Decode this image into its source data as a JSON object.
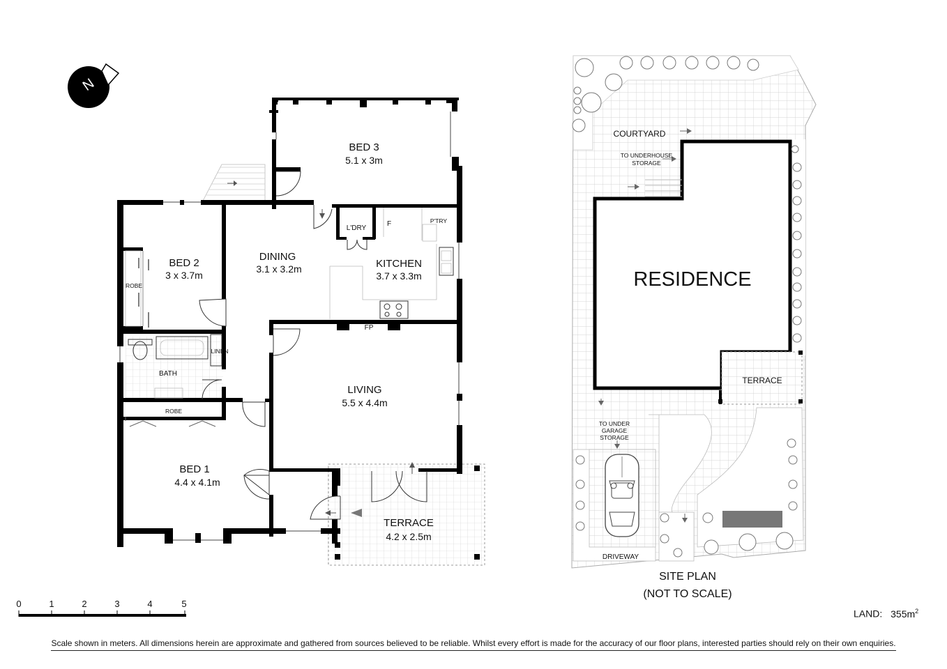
{
  "compass": {
    "letter": "N"
  },
  "floor_plan": {
    "rooms": [
      {
        "id": "bed3",
        "name": "BED 3",
        "dims": "5.1 x 3m"
      },
      {
        "id": "bed2",
        "name": "BED 2",
        "dims": "3 x 3.7m"
      },
      {
        "id": "dining",
        "name": "DINING",
        "dims": "3.1 x 3.2m"
      },
      {
        "id": "kitchen",
        "name": "KITCHEN",
        "dims": "3.7 x 3.3m"
      },
      {
        "id": "living",
        "name": "LIVING",
        "dims": "5.5 x 4.4m"
      },
      {
        "id": "bed1",
        "name": "BED 1",
        "dims": "4.4 x 4.1m"
      },
      {
        "id": "terrace",
        "name": "TERRACE",
        "dims": "4.2 x 2.5m"
      }
    ],
    "minor_labels": {
      "laundry": "L'DRY",
      "fridge": "F",
      "pantry": "P'TRY",
      "robe_bed2": "ROBE",
      "linen": "LINEN",
      "bath": "BATH",
      "robe_bed1": "ROBE",
      "fireplace": "FP"
    }
  },
  "site_plan": {
    "title_line1": "SITE PLAN",
    "title_line2": "(NOT TO SCALE)",
    "residence": "RESIDENCE",
    "courtyard": "COURTYARD",
    "underhouse_1": "TO UNDERHOUSE",
    "underhouse_2": "STORAGE",
    "terrace": "TERRACE",
    "garage_1": "TO UNDER",
    "garage_2": "GARAGE",
    "garage_3": "STORAGE",
    "driveway": "DRIVEWAY"
  },
  "scale_bar": {
    "ticks": [
      "0",
      "1",
      "2",
      "3",
      "4",
      "5"
    ]
  },
  "land": {
    "label": "LAND:",
    "value": "355m",
    "unit_sup": "2"
  },
  "disclaimer": "Scale shown in meters. All dimensions herein are approximate and gathered from sources believed to be  reliable. Whilst every effort is made for the accuracy of our floor plans, interested parties should rely on their own enquiries."
}
